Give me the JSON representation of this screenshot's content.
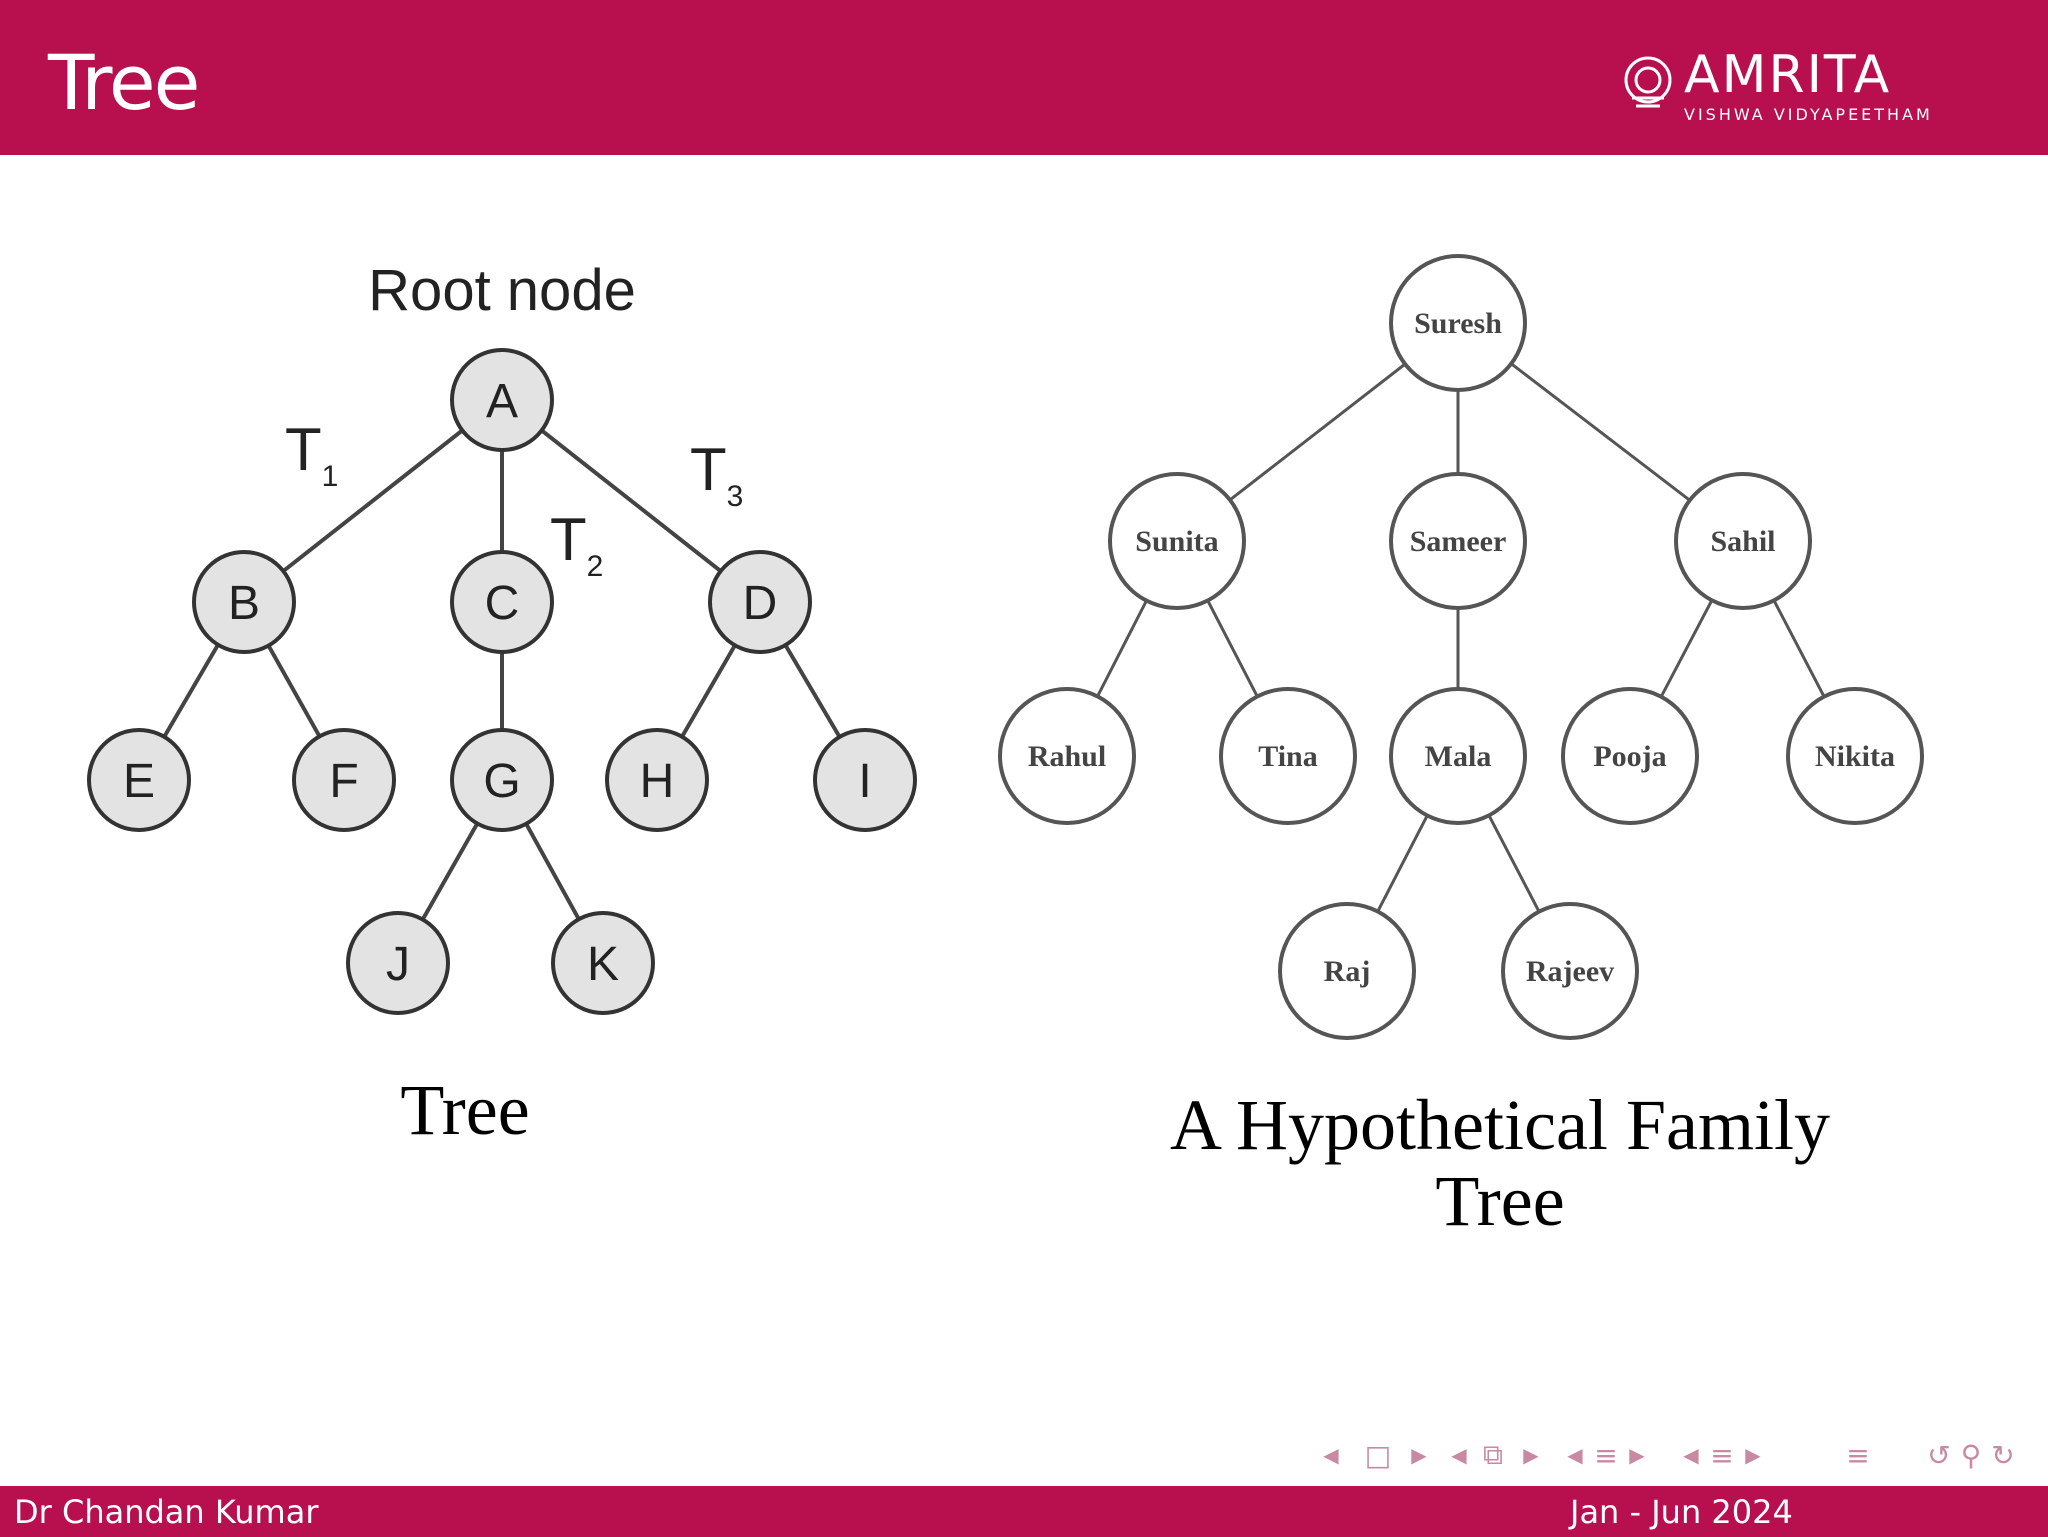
{
  "slide": {
    "title": "Tree",
    "logo": {
      "icon": "amrita-logo",
      "name": "AMRITA",
      "subtitle": "VISHWA VIDYAPEETHAM"
    },
    "footer": {
      "author": "Dr Chandan Kumar",
      "date": "Jan - Jun 2024"
    },
    "colors": {
      "header": "#b8104f",
      "node_fill": "#e3e3e3",
      "text": "#000000"
    }
  },
  "tree": {
    "root_label": "Root node",
    "nodes": [
      "A",
      "B",
      "C",
      "D",
      "E",
      "F",
      "G",
      "H",
      "I",
      "J",
      "K"
    ],
    "edges": [
      [
        "A",
        "B"
      ],
      [
        "A",
        "C"
      ],
      [
        "A",
        "D"
      ],
      [
        "B",
        "E"
      ],
      [
        "B",
        "F"
      ],
      [
        "C",
        "G"
      ],
      [
        "D",
        "H"
      ],
      [
        "D",
        "I"
      ],
      [
        "G",
        "J"
      ],
      [
        "G",
        "K"
      ]
    ],
    "subtrees": [
      {
        "T": "T",
        "sub": "1"
      },
      {
        "T": "T",
        "sub": "2"
      },
      {
        "T": "T",
        "sub": "3"
      }
    ],
    "caption": "Tree"
  },
  "family_tree": {
    "nodes": [
      "Suresh",
      "Sunita",
      "Sameer",
      "Sahil",
      "Rahul",
      "Tina",
      "Mala",
      "Pooja",
      "Nikita",
      "Raj",
      "Rajeev"
    ],
    "edges": [
      [
        "Suresh",
        "Sunita"
      ],
      [
        "Suresh",
        "Sameer"
      ],
      [
        "Suresh",
        "Sahil"
      ],
      [
        "Sunita",
        "Rahul"
      ],
      [
        "Sunita",
        "Tina"
      ],
      [
        "Sameer",
        "Mala"
      ],
      [
        "Sahil",
        "Pooja"
      ],
      [
        "Sahil",
        "Nikita"
      ],
      [
        "Mala",
        "Raj"
      ],
      [
        "Mala",
        "Rajeev"
      ]
    ],
    "caption_line1": "A Hypothetical Family",
    "caption_line2": "Tree"
  },
  "nav_icons": [
    "nav-left-arrow-icon",
    "frame-icon",
    "nav-right-arrow-icon",
    "nav-left-arrow-icon",
    "section-icon",
    "nav-right-arrow-icon",
    "nav-left-arrow-icon",
    "subsection-icon",
    "nav-right-arrow-icon",
    "nav-left-arrow-icon",
    "subsection-icon",
    "nav-right-arrow-icon",
    "align-icon",
    "undo-icon",
    "search-icon",
    "redo-icon"
  ]
}
